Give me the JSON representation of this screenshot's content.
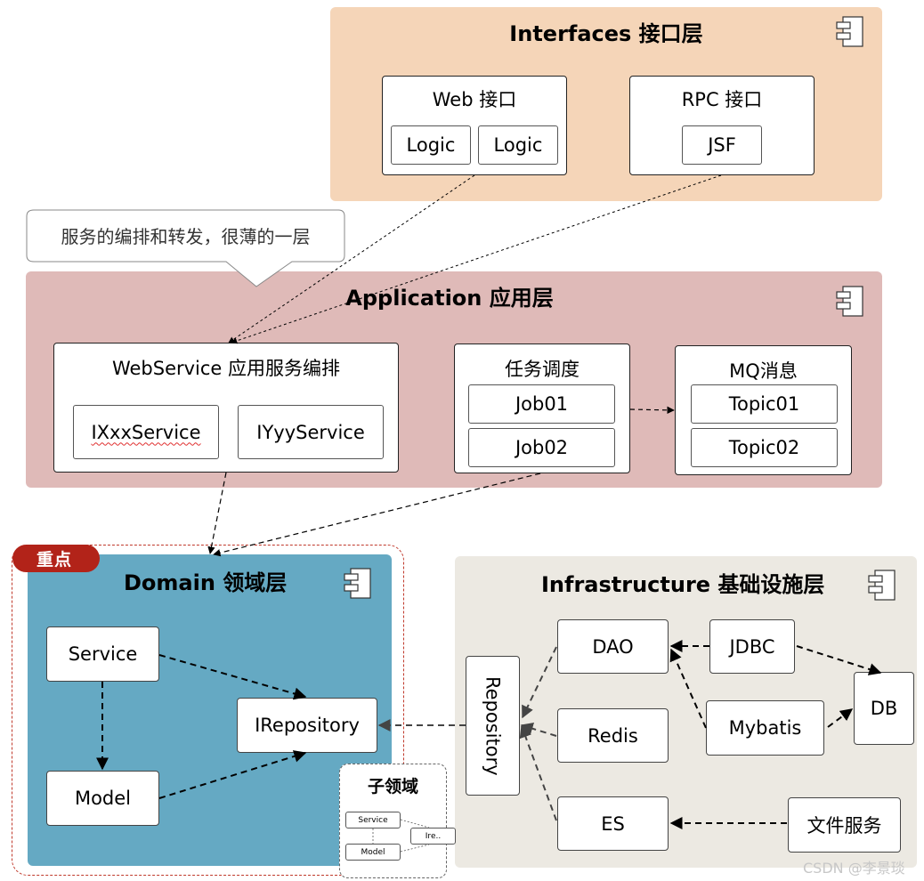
{
  "interfaces": {
    "title": "Interfaces 接口层",
    "web": {
      "title": "Web 接口",
      "items": [
        "Logic",
        "Logic"
      ]
    },
    "rpc": {
      "title": "RPC 接口",
      "items": [
        "JSF"
      ]
    }
  },
  "callout": {
    "text": "服务的编排和转发，很薄的一层"
  },
  "application": {
    "title": "Application 应用层",
    "webservice": {
      "title": "WebService 应用服务编排",
      "items": [
        "IXxxService",
        "IYyyService"
      ]
    },
    "scheduler": {
      "title": "任务调度",
      "items": [
        "Job01",
        "Job02"
      ]
    },
    "mq": {
      "title": "MQ消息",
      "items": [
        "Topic01",
        "Topic02"
      ]
    }
  },
  "domain": {
    "badge": "重点",
    "title": "Domain 领域层",
    "nodes": {
      "service": "Service",
      "model": "Model",
      "irepository": "IRepository"
    },
    "subdomain": {
      "title": "子领域",
      "service": "Service",
      "model": "Model",
      "irepo": "Ire.."
    }
  },
  "infrastructure": {
    "title": "Infrastructure 基础设施层",
    "nodes": {
      "repository": "Repository",
      "dao": "DAO",
      "redis": "Redis",
      "es": "ES",
      "jdbc": "JDBC",
      "mybatis": "Mybatis",
      "db": "DB",
      "file": "文件服务"
    }
  },
  "watermark": "CSDN @李景琰",
  "colors": {
    "interfaces_bg": "#f5d5b8",
    "application_bg": "#dfbab8",
    "domain_bg": "#65a9c3",
    "infrastructure_bg": "#ece9e2",
    "badge_bg": "#b22319",
    "focus_border": "#c0392b"
  }
}
